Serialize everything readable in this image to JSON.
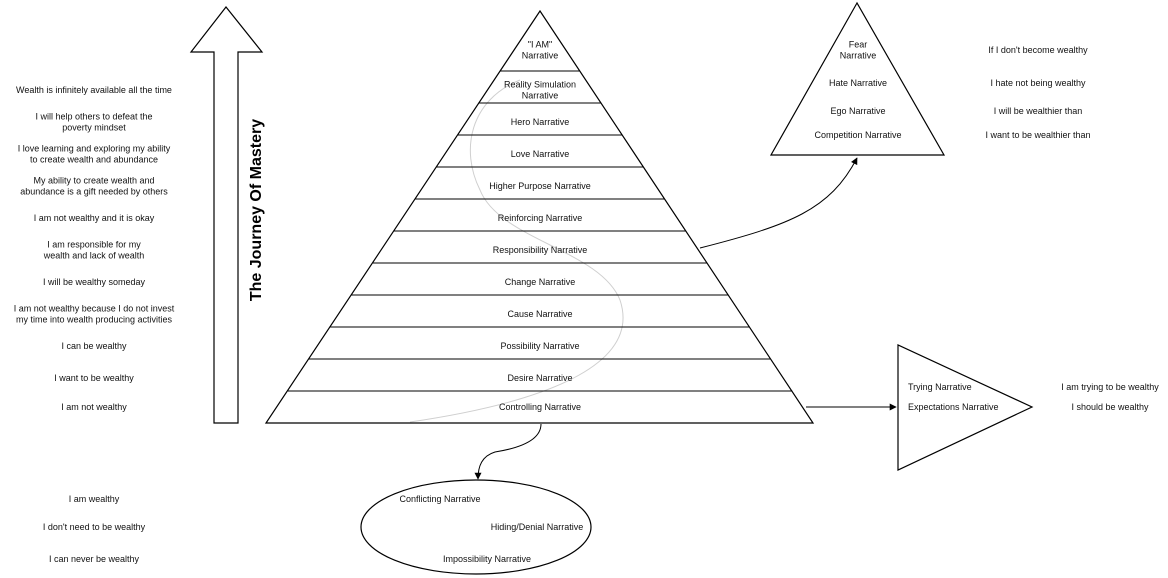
{
  "journey_title": "The Journey Of Mastery",
  "left_statements": [
    [
      "Wealth is infinitely available all the time"
    ],
    [
      "I will help others to defeat the",
      "poverty mindset"
    ],
    [
      "I love learning and exploring my ability",
      "to create wealth and abundance"
    ],
    [
      "My ability to create wealth and",
      "abundance is a gift needed by others"
    ],
    [
      "I am not wealthy and it is okay"
    ],
    [
      "I am responsible for my",
      "wealth and lack of wealth"
    ],
    [
      "I will be wealthy someday"
    ],
    [
      "I am not wealthy because I do not invest",
      "my time into wealth producing activities"
    ],
    [
      "I can be wealthy"
    ],
    [
      "I want to be wealthy"
    ],
    [
      "I am not wealthy"
    ]
  ],
  "bottom_left_statements": [
    "I am wealthy",
    "I don't need to be wealthy",
    "I can never be wealthy"
  ],
  "pyramid_levels": [
    [
      "\"I AM\"",
      "Narrative"
    ],
    [
      "Reality Simulation",
      "Narrative"
    ],
    [
      "Hero Narrative"
    ],
    [
      "Love Narrative"
    ],
    [
      "Higher Purpose Narrative"
    ],
    [
      "Reinforcing Narrative"
    ],
    [
      "Responsibility Narrative"
    ],
    [
      "Change Narrative"
    ],
    [
      "Cause Narrative"
    ],
    [
      "Possibility Narrative"
    ],
    [
      "Desire Narrative"
    ],
    [
      "Controlling Narrative"
    ]
  ],
  "ego_triangle": {
    "items": [
      [
        "Fear",
        "Narrative"
      ],
      [
        "Hate Narrative"
      ],
      [
        "Ego Narrative"
      ],
      [
        "Competition Narrative"
      ]
    ],
    "statements": [
      "If I don't become wealthy",
      "I hate not being wealthy",
      "I will be wealthier than",
      "I want to be wealthier than"
    ]
  },
  "trying_triangle": {
    "items": [
      "Trying Narrative",
      "Expectations Narrative"
    ],
    "statements": [
      "I am trying to be wealthy",
      "I should be wealthy"
    ]
  },
  "ellipse_items": [
    "Conflicting Narrative",
    "Hiding/Denial Narrative",
    "Impossibility Narrative"
  ]
}
